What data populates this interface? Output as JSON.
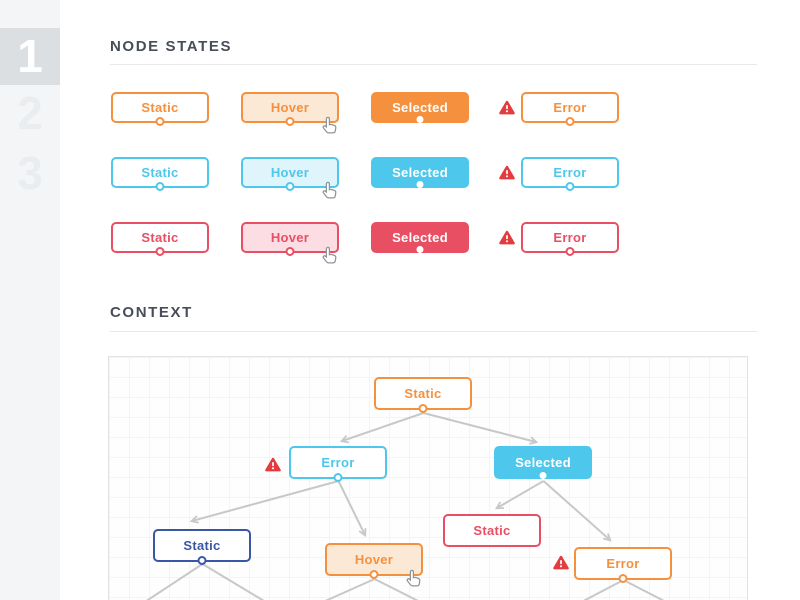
{
  "sidebar": {
    "steps": [
      {
        "label": "1",
        "active": true
      },
      {
        "label": "2",
        "active": false
      },
      {
        "label": "3",
        "active": false
      }
    ]
  },
  "sections": {
    "node_states_title": "NODE STATES",
    "context_title": "CONTEXT"
  },
  "state_rows": [
    {
      "theme": "orange",
      "accent": "#F5913E",
      "hover_bg": "#FBE9D6",
      "buttons": [
        {
          "label": "Static"
        },
        {
          "label": "Hover"
        },
        {
          "label": "Selected"
        },
        {
          "label": "Error"
        }
      ]
    },
    {
      "theme": "cyan",
      "accent": "#4DC7EB",
      "hover_bg": "#DFF4FB",
      "buttons": [
        {
          "label": "Static"
        },
        {
          "label": "Hover"
        },
        {
          "label": "Selected"
        },
        {
          "label": "Error"
        }
      ]
    },
    {
      "theme": "red",
      "accent": "#E94F63",
      "hover_bg": "#FBDDE3",
      "buttons": [
        {
          "label": "Static"
        },
        {
          "label": "Hover"
        },
        {
          "label": "Selected"
        },
        {
          "label": "Error"
        }
      ]
    }
  ],
  "context_tree": {
    "nodes": [
      {
        "id": "root",
        "label": "Static",
        "theme": "orange",
        "state": "static"
      },
      {
        "id": "error-left",
        "label": "Error",
        "theme": "cyan",
        "state": "error"
      },
      {
        "id": "selected-right",
        "label": "Selected",
        "theme": "cyan",
        "state": "selected"
      },
      {
        "id": "static-deep-left",
        "label": "Static",
        "theme": "navy",
        "state": "static"
      },
      {
        "id": "hover-mid",
        "label": "Hover",
        "theme": "orange",
        "state": "hover"
      },
      {
        "id": "static-mid",
        "label": "Static",
        "theme": "red",
        "state": "static"
      },
      {
        "id": "error-right",
        "label": "Error",
        "theme": "orange",
        "state": "error"
      }
    ],
    "edges": [
      {
        "from": "root",
        "to": "error-left"
      },
      {
        "from": "root",
        "to": "selected-right"
      },
      {
        "from": "error-left",
        "to": "static-deep-left"
      },
      {
        "from": "error-left",
        "to": "hover-mid"
      },
      {
        "from": "selected-right",
        "to": "static-mid"
      },
      {
        "from": "selected-right",
        "to": "error-right"
      }
    ]
  },
  "colors": {
    "orange": "#F5913E",
    "cyan": "#4DC7EB",
    "red": "#E94F63",
    "navy": "#3A57A5",
    "warning": "#E43B3F",
    "edge_line": "#C6C8CA",
    "sidebar_bg": "#F4F5F7",
    "sidebar_active_bg": "#DCDFE2",
    "heading_text": "#474E58"
  },
  "icons": {
    "warning": "warning-triangle-icon",
    "cursor": "hand-cursor-icon"
  }
}
